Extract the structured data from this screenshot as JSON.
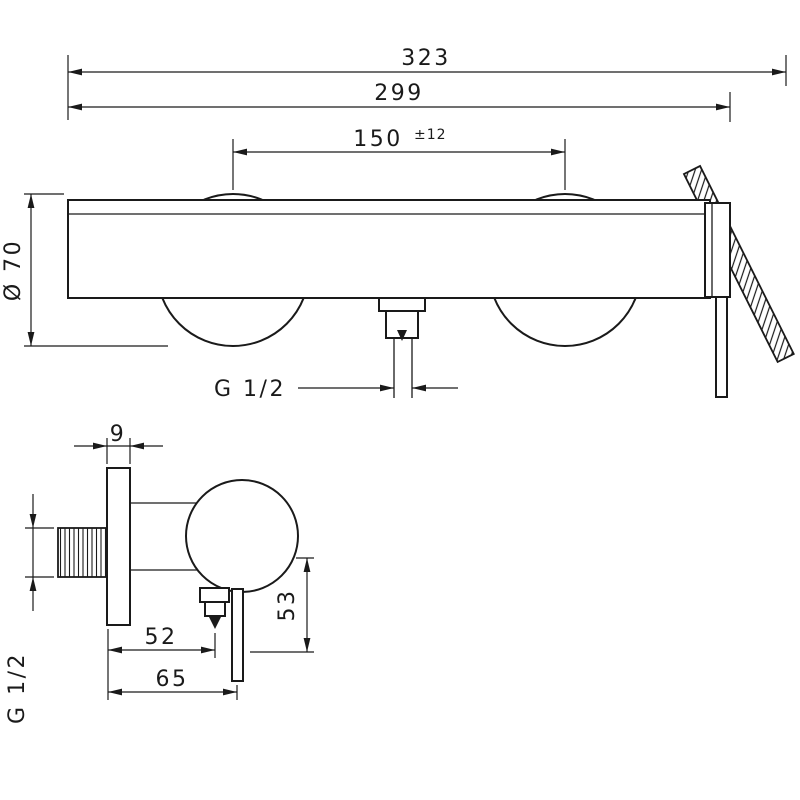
{
  "diagram": {
    "type": "technical-dimension-drawing",
    "line_color": "#1a1a1a",
    "background_color": "#ffffff",
    "front_view": {
      "total_width": "323",
      "body_width": "299",
      "spacing": "150",
      "spacing_tolerance": "±12",
      "escutcheon_diameter": "Ø 70",
      "outlet_thread": "G 1/2"
    },
    "side_view": {
      "flange_thickness": "9",
      "inlet_thread": "G 1/2",
      "outlet_offset": "52",
      "handle_offset": "65",
      "outlet_drop": "53"
    }
  }
}
